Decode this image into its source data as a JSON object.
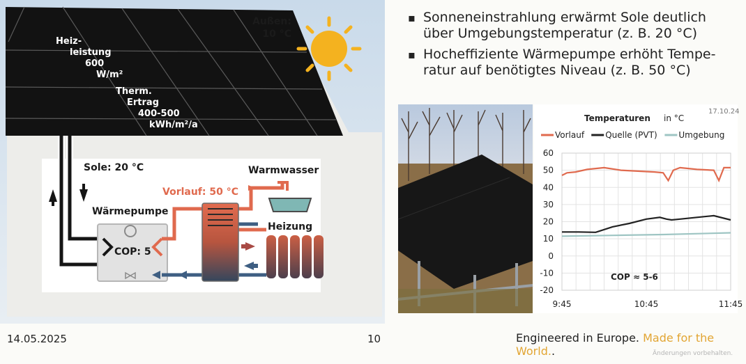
{
  "diagram": {
    "outside_label": "Außen:",
    "outside_value": "10 °C",
    "heat_label": [
      "Heiz-",
      "leistung",
      "600",
      "W/m²"
    ],
    "yield_label": [
      "Therm.",
      "Ertrag",
      "400-500",
      "kWh/m²/a"
    ],
    "sole_label": "Sole: 20 °C",
    "warmwasser_label": "Warmwasser",
    "vorlauf_label": "Vorlauf: 50 °C",
    "waermepumpe_label": "Wärmepumpe",
    "heizung_label": "Heizung",
    "cop_label": "COP: 5"
  },
  "bullets": [
    "Sonneneinstrahlung erwärmt Sole deutlich über Umgebungstemperatur (z. B. 20 °C)",
    "Hocheffiziente Wärmepumpe erhöht Tempe-ratur auf benötigtes Niveau (z. B. 50 °C)"
  ],
  "chart_data": {
    "type": "line",
    "title": "Temperaturen",
    "title_unit": "in °C",
    "date": "17.10.24",
    "x_ticks": [
      "9:45",
      "10:45",
      "11:45"
    ],
    "ylim": [
      -20,
      60
    ],
    "y_ticks": [
      60,
      50,
      40,
      30,
      20,
      10,
      0,
      -10,
      -20
    ],
    "annotation": "COP ≈ 5-6",
    "series": [
      {
        "name": "Vorlauf",
        "color": "#e06a4e",
        "points": [
          [
            0,
            47
          ],
          [
            0.03,
            48.5
          ],
          [
            0.08,
            49
          ],
          [
            0.15,
            50.5
          ],
          [
            0.25,
            51.5
          ],
          [
            0.35,
            50
          ],
          [
            0.45,
            49.5
          ],
          [
            0.55,
            49
          ],
          [
            0.6,
            48.5
          ],
          [
            0.63,
            44
          ],
          [
            0.66,
            50
          ],
          [
            0.7,
            51.5
          ],
          [
            0.8,
            50.5
          ],
          [
            0.9,
            50
          ],
          [
            0.93,
            44
          ],
          [
            0.96,
            51.5
          ],
          [
            1,
            51.5
          ]
        ]
      },
      {
        "name": "Quelle (PVT)",
        "color": "#222222",
        "points": [
          [
            0,
            14
          ],
          [
            0.1,
            14
          ],
          [
            0.2,
            13.8
          ],
          [
            0.3,
            17
          ],
          [
            0.4,
            19
          ],
          [
            0.5,
            21.5
          ],
          [
            0.58,
            22.5
          ],
          [
            0.62,
            21.5
          ],
          [
            0.65,
            21
          ],
          [
            0.7,
            21.5
          ],
          [
            0.8,
            22.5
          ],
          [
            0.9,
            23.5
          ],
          [
            1,
            21
          ]
        ]
      },
      {
        "name": "Umgebung",
        "color": "#9ec5c3",
        "points": [
          [
            0,
            11.5
          ],
          [
            0.3,
            12
          ],
          [
            0.6,
            12.5
          ],
          [
            1,
            13.5
          ]
        ]
      }
    ]
  },
  "footer": {
    "date": "14.05.2025",
    "page": "10",
    "tagline_a": "Engineered in Europe.",
    "tagline_b": "Made for the World.",
    "tagline_dot": ".",
    "disclaimer": "Änderungen vorbehalten."
  }
}
